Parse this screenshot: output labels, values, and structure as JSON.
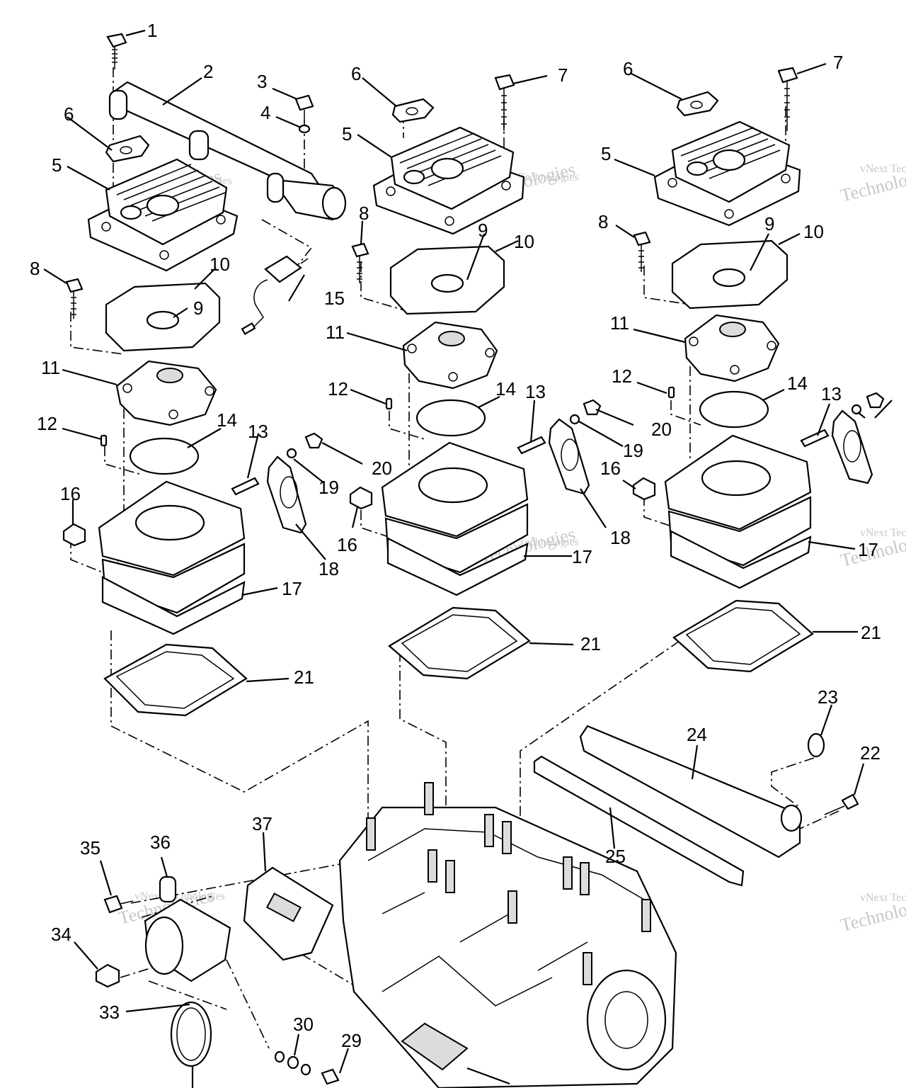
{
  "watermark": {
    "line1": "vNext Technologies",
    "line2": "Technologies",
    "brand": "vNext"
  },
  "callouts": {
    "c1": "1",
    "c2": "2",
    "c3": "3",
    "c4": "4",
    "c5": "5",
    "c6": "6",
    "c7": "7",
    "c8": "8",
    "c9": "9",
    "c10": "10",
    "c11": "11",
    "c12": "12",
    "c13": "13",
    "c14": "14",
    "c15": "15",
    "c16": "16",
    "c17": "17",
    "c18": "18",
    "c19": "19",
    "c20": "20",
    "c21": "21",
    "c22": "22",
    "c23": "23",
    "c24": "24",
    "c25": "25",
    "c29": "29",
    "c30": "30",
    "c33": "33",
    "c34": "34",
    "c35": "35",
    "c36": "36",
    "c37": "37"
  }
}
